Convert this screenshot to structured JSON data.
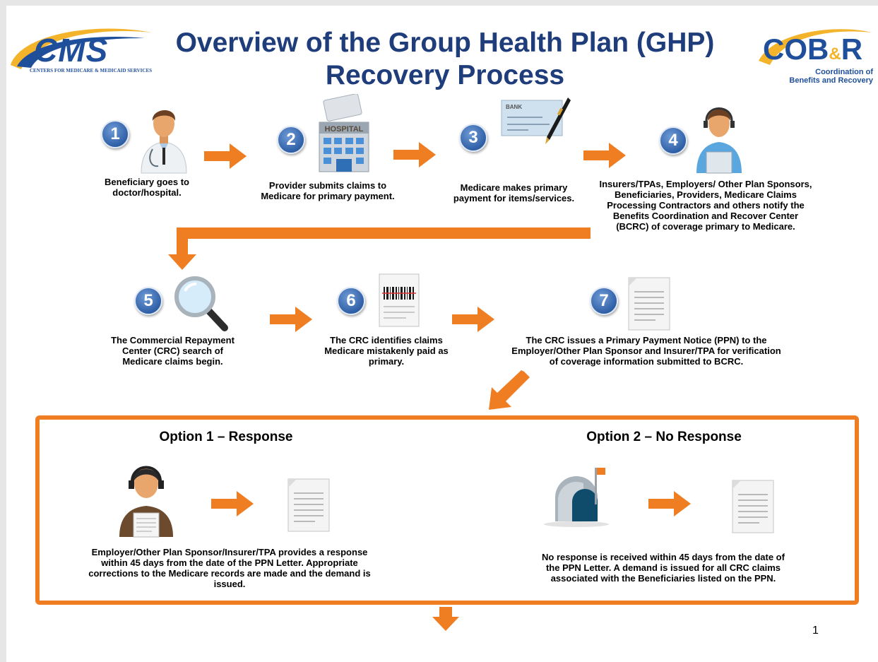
{
  "header": {
    "title_line1": "Overview of the Group Health Plan (GHP)",
    "title_line2": "Recovery Process",
    "cms_logo": {
      "wordmark": "CMS",
      "subtitle": "CENTERS FOR MEDICARE & MEDICAID SERVICES"
    },
    "cobr_logo": {
      "wordmark_a": "COB",
      "wordmark_amp": "&",
      "wordmark_b": "R",
      "subtitle_line1": "Coordination of",
      "subtitle_line2": "Benefits and Recovery"
    }
  },
  "steps": [
    {
      "number": "1",
      "icon": "doctor-icon",
      "caption": "Beneficiary goes to doctor/hospital."
    },
    {
      "number": "2",
      "icon": "hospital-icon",
      "icon_label": "HOSPITAL",
      "caption": "Provider submits claims to Medicare for primary payment."
    },
    {
      "number": "3",
      "icon": "bank-check-icon",
      "icon_label": "BANK",
      "caption": "Medicare makes primary payment for items/services."
    },
    {
      "number": "4",
      "icon": "call-center-agent-icon",
      "caption": "Insurers/TPAs, Employers/ Other Plan Sponsors, Beneficiaries, Providers, Medicare Claims Processing Contractors and others notify the Benefits Coordination and Recover Center (BCRC) of coverage primary to Medicare."
    },
    {
      "number": "5",
      "icon": "magnifying-glass-icon",
      "caption": "The Commercial Repayment Center (CRC) search of Medicare claims begin."
    },
    {
      "number": "6",
      "icon": "barcode-document-icon",
      "caption": "The CRC identifies claims Medicare mistakenly paid as primary."
    },
    {
      "number": "7",
      "icon": "document-icon",
      "caption": "The CRC issues a Primary Payment Notice (PPN) to the Employer/Other Plan Sponsor and Insurer/TPA for verification of coverage information submitted to BCRC."
    }
  ],
  "options": [
    {
      "title": "Option 1 – Response",
      "icon": "agent-with-document-icon",
      "result_icon": "document-icon",
      "caption": "Employer/Other Plan Sponsor/Insurer/TPA provides a response within 45 days from the date of the PPN Letter. Appropriate corrections to the Medicare records are made and the demand is issued."
    },
    {
      "title": "Option 2 – No Response",
      "icon": "mailbox-icon",
      "result_icon": "document-icon",
      "caption": "No response is received within 45 days from the date of the PPN Letter. A demand is issued for all CRC claims associated with the Beneficiaries listed on the PPN."
    }
  ],
  "page_number": "1",
  "colors": {
    "accent_orange": "#ef7d22",
    "title_navy": "#1f3d7a",
    "badge_blue": "#2f5fa6"
  }
}
